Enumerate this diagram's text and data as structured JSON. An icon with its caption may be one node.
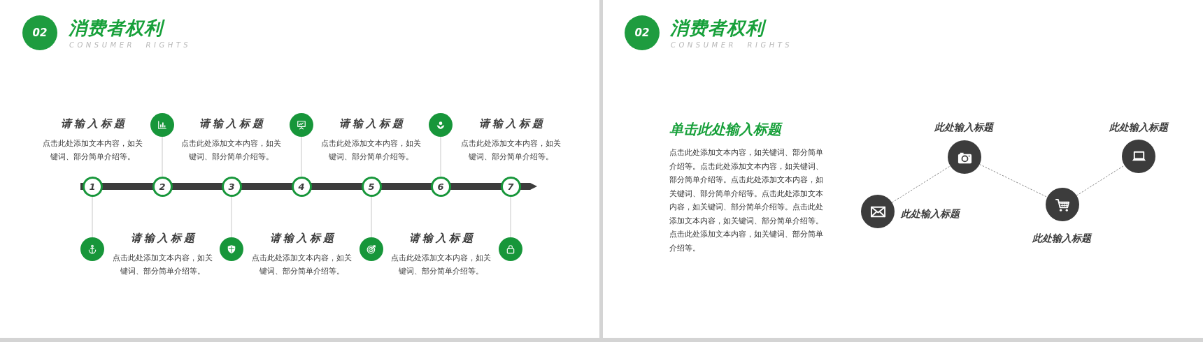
{
  "diagram": {
    "nodes": [
      {
        "text": [
          "02"
        ],
        "beside": [
          "消费者权利",
          "CONSUMER RIGHTS"
        ]
      },
      {
        "text": [],
        "shape": "circle"
      },
      {
        "text": [],
        "shape": "circle"
      },
      {
        "text": [],
        "shape": "circle"
      },
      {
        "text": [
          "1"
        ]
      },
      {
        "text": [
          "2"
        ]
      },
      {
        "text": [
          "3"
        ]
      },
      {
        "text": [
          "4"
        ]
      },
      {
        "text": [
          "5"
        ]
      },
      {
        "text": [
          "6"
        ]
      },
      {
        "text": [
          "7"
        ]
      },
      {
        "text": [],
        "shape": "circle"
      },
      {
        "text": [],
        "shape": "circle"
      },
      {
        "text": [],
        "shape": "circle"
      },
      {
        "text": [],
        "shape": "circle"
      },
      {
        "text": [
          "02"
        ],
        "beside": [
          "消费者权利",
          "CONSUMER RIGHTS"
        ]
      },
      {
        "text": [],
        "shape": "circle",
        "beside": [
          "此处输入标题"
        ]
      },
      {
        "text": [],
        "shape": "circle",
        "beside": [
          "此处输入标题"
        ]
      },
      {
        "text": [],
        "shape": "circle",
        "beside": [
          "此处输入标题"
        ]
      },
      {
        "text": [],
        "shape": "circle",
        "beside": [
          "此处输入标题"
        ]
      }
    ],
    "edges": [
      {
        "from": 5,
        "to": 1,
        "arrow": "none"
      },
      {
        "from": 7,
        "to": 2,
        "arrow": "none"
      },
      {
        "from": 9,
        "to": 3,
        "arrow": "none"
      },
      {
        "from": 4,
        "to": 11,
        "arrow": "none"
      },
      {
        "from": 6,
        "to": 12,
        "arrow": "none"
      },
      {
        "from": 8,
        "to": 13,
        "arrow": "none"
      },
      {
        "from": 10,
        "to": 14,
        "arrow": "none"
      },
      {
        "from": 16,
        "to": 17,
        "arrow": "none",
        "style": "dashed",
        "color": "#8a8a8a"
      },
      {
        "from": 17,
        "to": 18,
        "arrow": "none",
        "style": "dashed",
        "color": "#8a8a8a"
      },
      {
        "from": 18,
        "to": 19,
        "arrow": "none",
        "style": "dashed",
        "color": "#8a8a8a"
      }
    ],
    "labels": [
      "请输入标题",
      "点击此处添加文本内容，如关键词、部分简单介绍等。",
      "请输入标题",
      "点击此处添加文本内容，如关键词、部分简单介绍等。",
      "请输入标题",
      "点击此处添加文本内容，如关键词、部分简单介绍等。",
      "请输入标题",
      "点击此处添加文本内容，如关键词、部分简单介绍等。",
      "请输入标题",
      "点击此处添加文本内容，如关键词、部分简单介绍等。",
      "请输入标题",
      "点击此处添加文本内容，如关键词、部分简单介绍等。",
      "请输入标题",
      "点击此处添加文本内容，如关键词、部分简单介绍等。",
      "单击此处输入标题",
      "点击此处添加文本内容，如关键词、部分简单介绍等。点击此处添加文本内容，如关键词、部分简单介绍等。点击此处添加文本内容，如关键词、部分简单介绍等。点击此处添加文本内容，如关键词、部分简单介绍等。点击此处添加文本内容，如关键词、部分简单介绍等。点击此处添加文本内容，如关键词、部分简单介绍等。"
    ]
  }
}
